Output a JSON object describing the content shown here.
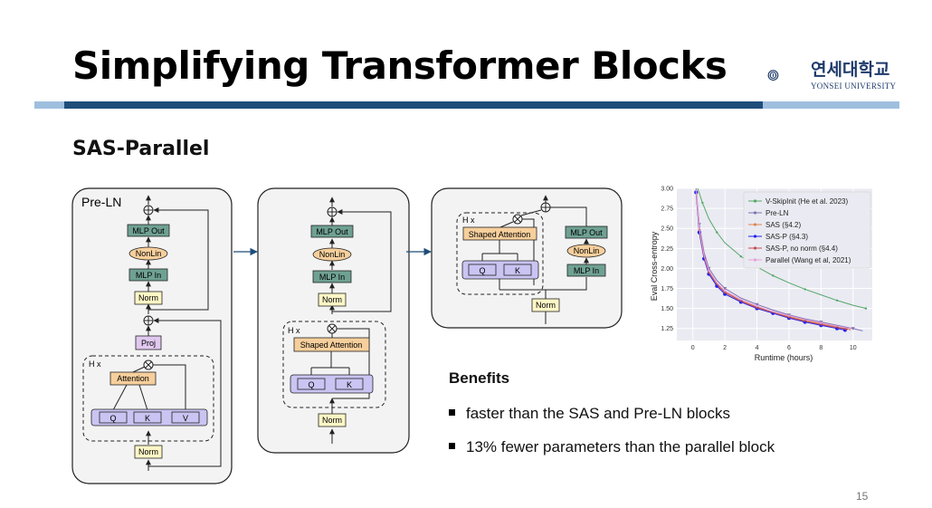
{
  "slide": {
    "title": "Simplifying Transformer Blocks",
    "subtitle": "SAS-Parallel",
    "page_number": "15"
  },
  "logo": {
    "name_kr": "연세대학교",
    "name_en": "YONSEI UNIVERSITY"
  },
  "colors": {
    "title_bar_dark": "#1f4e79",
    "title_bar_light": "#9fbfdf",
    "mlp_block": "#6fa192",
    "nonlin_block": "#f6cf9c",
    "norm_block": "#fdf6c6",
    "attention_block": "#f6cf9c",
    "proj_block": "#e0c8ef",
    "qkv_block": "#c9c4f2"
  },
  "diagrams": {
    "preln": {
      "label": "Pre-LN",
      "mlp_out": "MLP Out",
      "nonlin": "NonLin",
      "mlp_in": "MLP In",
      "norm_top": "Norm",
      "proj": "Proj",
      "heads": "H x",
      "attention": "Attention",
      "q": "Q",
      "k": "K",
      "v": "V",
      "norm_bottom": "Norm"
    },
    "sas": {
      "mlp_out": "MLP Out",
      "nonlin": "NonLin",
      "mlp_in": "MLP In",
      "norm_top": "Norm",
      "heads": "H x",
      "shaped_attention": "Shaped Attention",
      "q": "Q",
      "k": "K",
      "norm_bottom": "Norm"
    },
    "sasp": {
      "heads": "H x",
      "shaped_attention": "Shaped Attention",
      "q": "Q",
      "k": "K",
      "mlp_out": "MLP Out",
      "nonlin": "NonLin",
      "mlp_in": "MLP In",
      "norm": "Norm"
    }
  },
  "benefits": {
    "title": "Benefits",
    "items": [
      "faster than the SAS and Pre-LN blocks",
      "13% fewer parameters than the parallel block"
    ]
  },
  "chart_data": {
    "type": "line",
    "xlabel": "Runtime (hours)",
    "ylabel": "Eval Cross-entropy",
    "xlim": [
      -1,
      11.2
    ],
    "ylim": [
      1.1,
      3.0
    ],
    "xticks": [
      0,
      2,
      4,
      6,
      8,
      10
    ],
    "yticks": [
      1.25,
      1.5,
      1.75,
      2.0,
      2.25,
      2.5,
      2.75,
      3.0
    ],
    "ytick_labels": [
      "1.25",
      "1.50",
      "1.75",
      "2.00",
      "2.25",
      "2.50",
      "2.75",
      "3.00"
    ],
    "legend_position": "top-right",
    "grid": true,
    "series": [
      {
        "name": "V-SkipInit (He et al. 2023)",
        "color": "#55a868",
        "marker": "dot",
        "x": [
          0.3,
          0.6,
          1.0,
          1.5,
          2.0,
          3.0,
          4.0,
          5.0,
          6.0,
          7.0,
          8.0,
          9.0,
          10.0,
          10.8
        ],
        "y": [
          3.0,
          2.82,
          2.62,
          2.45,
          2.32,
          2.15,
          2.02,
          1.91,
          1.82,
          1.74,
          1.67,
          1.6,
          1.54,
          1.5
        ]
      },
      {
        "name": "Pre-LN",
        "color": "#8172b3",
        "marker": "triangle",
        "x": [
          0.2,
          0.4,
          0.7,
          1.0,
          1.5,
          2.0,
          3.0,
          4.0,
          5.0,
          6.0,
          7.0,
          8.0,
          9.0,
          10.0,
          10.6
        ],
        "y": [
          3.0,
          2.55,
          2.2,
          2.0,
          1.85,
          1.75,
          1.63,
          1.55,
          1.48,
          1.42,
          1.37,
          1.33,
          1.29,
          1.25,
          1.22
        ]
      },
      {
        "name": "SAS (§4.2)",
        "color": "#dd8452",
        "marker": "dot",
        "x": [
          0.2,
          0.4,
          0.7,
          1.0,
          1.5,
          2.0,
          3.0,
          4.0,
          5.0,
          6.0,
          7.0,
          8.0,
          9.0,
          9.8
        ],
        "y": [
          2.95,
          2.5,
          2.15,
          1.96,
          1.81,
          1.71,
          1.6,
          1.52,
          1.45,
          1.4,
          1.35,
          1.31,
          1.27,
          1.24
        ]
      },
      {
        "name": "SAS-P (§4.3)",
        "color": "#2222ee",
        "marker": "dot",
        "x": [
          0.2,
          0.4,
          0.7,
          1.0,
          1.5,
          2.0,
          3.0,
          4.0,
          5.0,
          6.0,
          7.0,
          8.0,
          9.0,
          9.5
        ],
        "y": [
          2.95,
          2.45,
          2.12,
          1.93,
          1.78,
          1.68,
          1.58,
          1.5,
          1.44,
          1.38,
          1.33,
          1.29,
          1.25,
          1.23
        ]
      },
      {
        "name": "SAS-P, no norm (§4.4)",
        "color": "#c44e52",
        "marker": "dot",
        "x": [
          0.2,
          0.4,
          0.7,
          1.0,
          1.5,
          2.0,
          3.0,
          4.0,
          5.0,
          6.0,
          7.0,
          8.0,
          9.0,
          9.6
        ],
        "y": [
          2.97,
          2.48,
          2.14,
          1.95,
          1.8,
          1.7,
          1.59,
          1.51,
          1.45,
          1.39,
          1.34,
          1.3,
          1.26,
          1.24
        ]
      },
      {
        "name": "Parallel (Wang et al, 2021)",
        "color": "#e8a0d8",
        "marker": "dot",
        "x": [
          0.2,
          0.4,
          0.7,
          1.0,
          1.5,
          2.0,
          3.0,
          4.0,
          5.0,
          6.0,
          7.0,
          8.0,
          9.0,
          9.8
        ],
        "y": [
          2.98,
          2.5,
          2.16,
          1.97,
          1.82,
          1.72,
          1.61,
          1.53,
          1.46,
          1.41,
          1.36,
          1.32,
          1.28,
          1.25
        ]
      }
    ]
  }
}
